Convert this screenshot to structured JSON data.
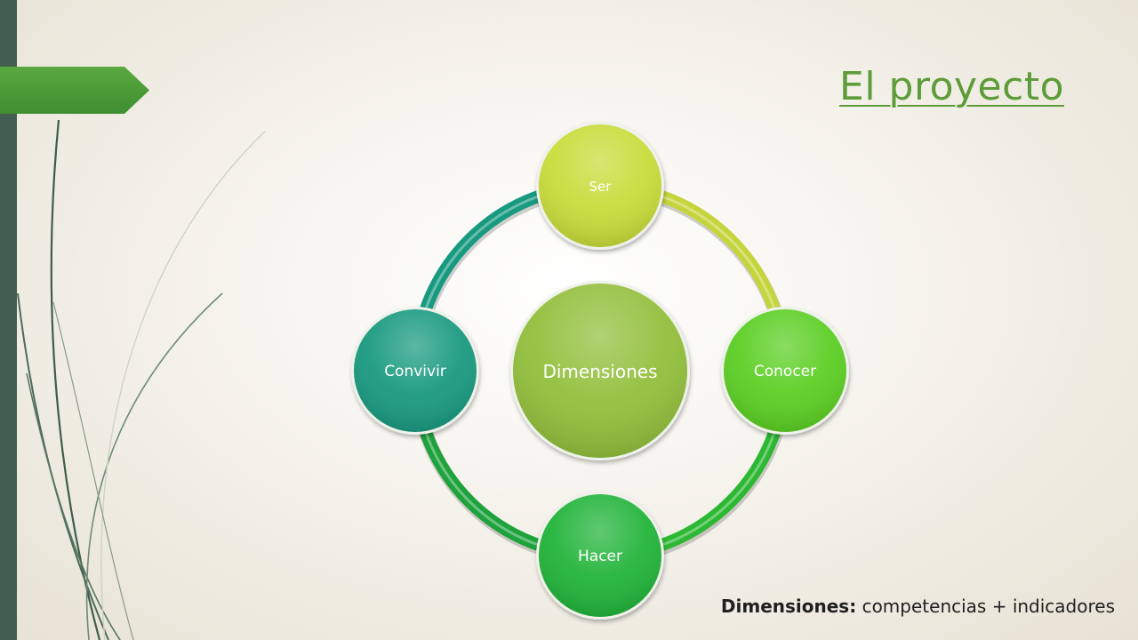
{
  "slide": {
    "title": "El proyecto",
    "caption": {
      "label": "Dimensiones:",
      "text": " competencias + indicadores"
    }
  },
  "diagram": {
    "center": {
      "label": "Dimensiones",
      "color": "#93bf3c"
    },
    "nodes": [
      {
        "id": "ser",
        "label": "Ser",
        "color": "#c8dc3a"
      },
      {
        "id": "conocer",
        "label": "Conocer",
        "color": "#5ccf24"
      },
      {
        "id": "hacer",
        "label": "Hacer",
        "color": "#22b43a"
      },
      {
        "id": "convivir",
        "label": "Convivir",
        "color": "#1a9a80"
      }
    ],
    "arcs": [
      {
        "from": "ser",
        "to": "conocer",
        "color": "#c4d43a"
      },
      {
        "from": "conocer",
        "to": "hacer",
        "color": "#2cb832"
      },
      {
        "from": "hacer",
        "to": "convivir",
        "color": "#1ea23c"
      },
      {
        "from": "convivir",
        "to": "ser",
        "color": "#179a80"
      }
    ]
  },
  "theme": {
    "accent": "#5e9c3a",
    "sidebar": "#425e50",
    "tab": "#4f9e38"
  }
}
